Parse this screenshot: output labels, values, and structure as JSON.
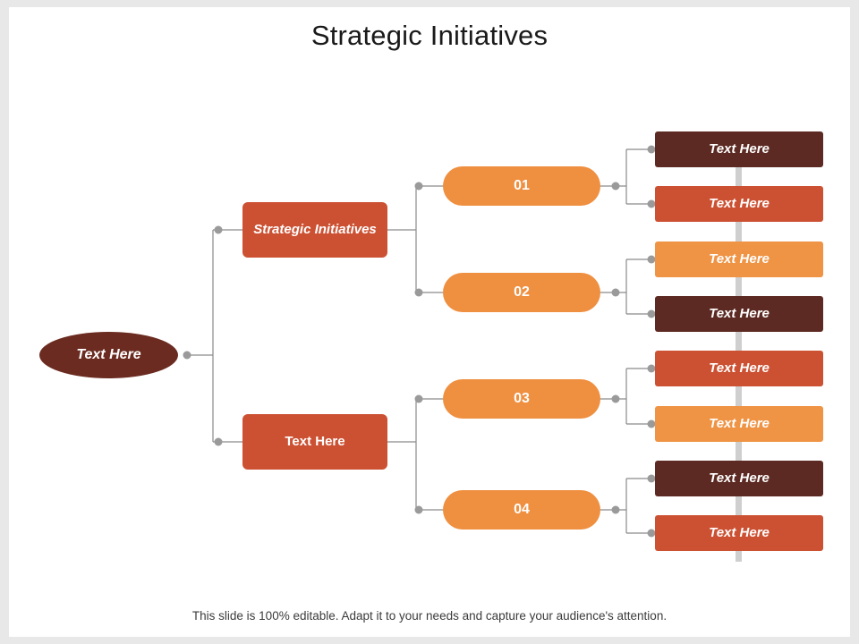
{
  "slide": {
    "title": "Strategic Initiatives",
    "footer": "This slide is 100% editable. Adapt it to your needs and capture your audience's attention."
  },
  "diagram": {
    "root": {
      "label": "Text Here",
      "color": "#6b2b20"
    },
    "level2": [
      {
        "label": "Strategic Initiatives",
        "color": "#cc5133"
      },
      {
        "label": "Text Here",
        "color": "#cc5133"
      }
    ],
    "level3": [
      {
        "label": "01",
        "color": "#ef8f40"
      },
      {
        "label": "02",
        "color": "#ef8f40"
      },
      {
        "label": "03",
        "color": "#ef8f40"
      },
      {
        "label": "04",
        "color": "#ef8f40"
      }
    ],
    "level4": [
      {
        "label": "Text Here",
        "color": "#5c2a22"
      },
      {
        "label": "Text Here",
        "color": "#cc5133"
      },
      {
        "label": "Text Here",
        "color": "#ef9344"
      },
      {
        "label": "Text Here",
        "color": "#5c2a22"
      },
      {
        "label": "Text Here",
        "color": "#cc5133"
      },
      {
        "label": "Text Here",
        "color": "#ef9344"
      },
      {
        "label": "Text Here",
        "color": "#5c2a22"
      },
      {
        "label": "Text Here",
        "color": "#cc5133"
      }
    ]
  }
}
